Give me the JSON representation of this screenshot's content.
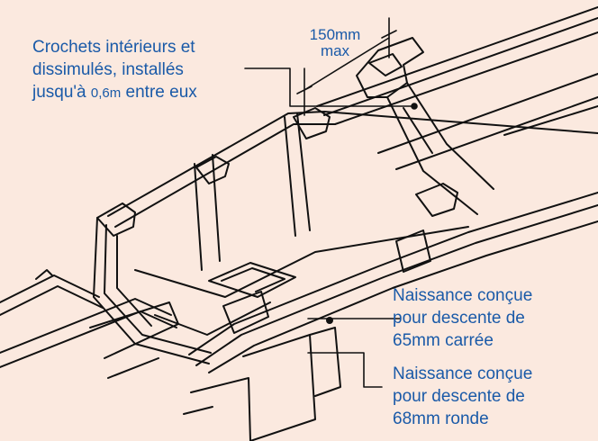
{
  "labels": {
    "brackets": {
      "line1": "Crochets intérieurs et",
      "line2": "dissimulés, installés",
      "line3_pre": "jusqu'à ",
      "line3_val": "0,6m",
      "line3_post": " entre eux"
    },
    "dimension": {
      "value": "150mm",
      "unit_note": "max"
    },
    "outlet_square": {
      "line1": "Naissance conçue",
      "line2": "pour descente de",
      "line3": "65mm carrée"
    },
    "outlet_round": {
      "line1": "Naissance conçue",
      "line2": "pour descente de",
      "line3": "68mm ronde"
    }
  },
  "colors": {
    "background": "#fbe9df",
    "text": "#1a5aa8",
    "linework": "#111111"
  }
}
